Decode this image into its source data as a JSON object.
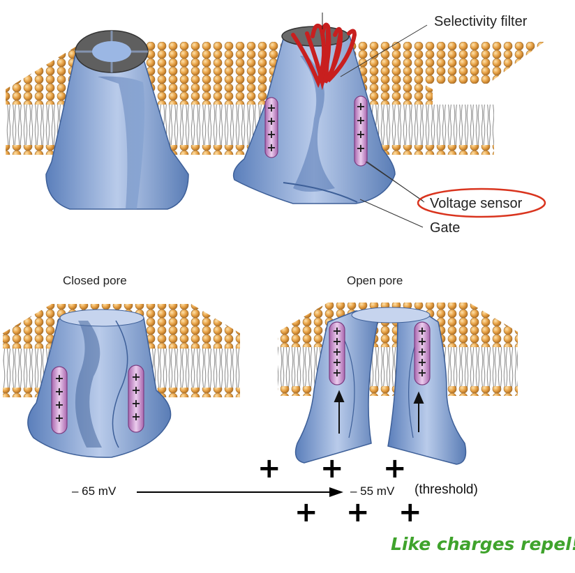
{
  "labels": {
    "selectivity_filter": "Selectivity filter",
    "voltage_sensor": "Voltage sensor",
    "gate": "Gate",
    "closed_pore": "Closed pore",
    "open_pore": "Open pore",
    "resting_potential": "– 65 mV",
    "threshold_value": "– 55 mV",
    "threshold_label": "(threshold)",
    "tagline": "Like charges repel!"
  },
  "sensor_charge_symbol": "+",
  "external_charge_symbol": "+",
  "colors": {
    "protein": "#7f9fcf",
    "protein_dark": "#4f74b0",
    "lipid_head": "#e8a54c",
    "voltage_sensor": "#c48ac8",
    "selectivity_filter_loops": "#d42020",
    "highlight_circle": "#d9341e",
    "tagline": "#3fa32c"
  }
}
